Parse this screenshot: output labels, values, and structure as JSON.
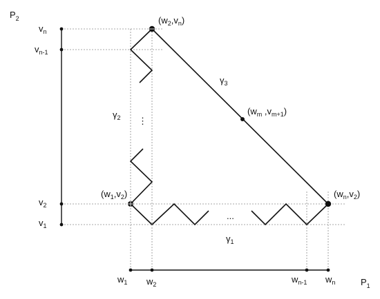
{
  "axes": {
    "horizontal": {
      "name": "P",
      "sub": "1"
    },
    "vertical": {
      "name": "P",
      "sub": "2"
    }
  },
  "vertical_ticks": [
    {
      "name": "v",
      "sub": "n"
    },
    {
      "name": "v",
      "sub": "n-1"
    },
    {
      "name": "v",
      "sub": "2"
    },
    {
      "name": "v",
      "sub": "1"
    }
  ],
  "horizontal_ticks": [
    {
      "name": "w",
      "sub": "1"
    },
    {
      "name": "w",
      "sub": "2"
    },
    {
      "name": "w",
      "sub": "n-1"
    },
    {
      "name": "w",
      "sub": "n"
    }
  ],
  "points": {
    "top": {
      "open": "(w",
      "s1": "2",
      "mid": ",v",
      "s2": "n",
      "close": ")"
    },
    "left": {
      "open": "(w",
      "s1": "1",
      "mid": ",v",
      "s2": "2",
      "close": ")"
    },
    "right": {
      "open": "(w",
      "s1": "n",
      "mid": ",v",
      "s2": "2",
      "close": ")"
    },
    "middle": {
      "open": "(w",
      "s1": "m",
      "mid": " ,v",
      "s2": "m+1",
      "close": ")"
    }
  },
  "paths": {
    "gamma1": {
      "name": "γ",
      "sub": "1"
    },
    "gamma2": {
      "name": "γ",
      "sub": "2"
    },
    "gamma3": {
      "name": "γ",
      "sub": "3"
    }
  },
  "ellipsis_h": "...",
  "ellipsis_v": "⋮",
  "colors": {
    "line": "#111111",
    "guide": "#8a8a8a"
  }
}
